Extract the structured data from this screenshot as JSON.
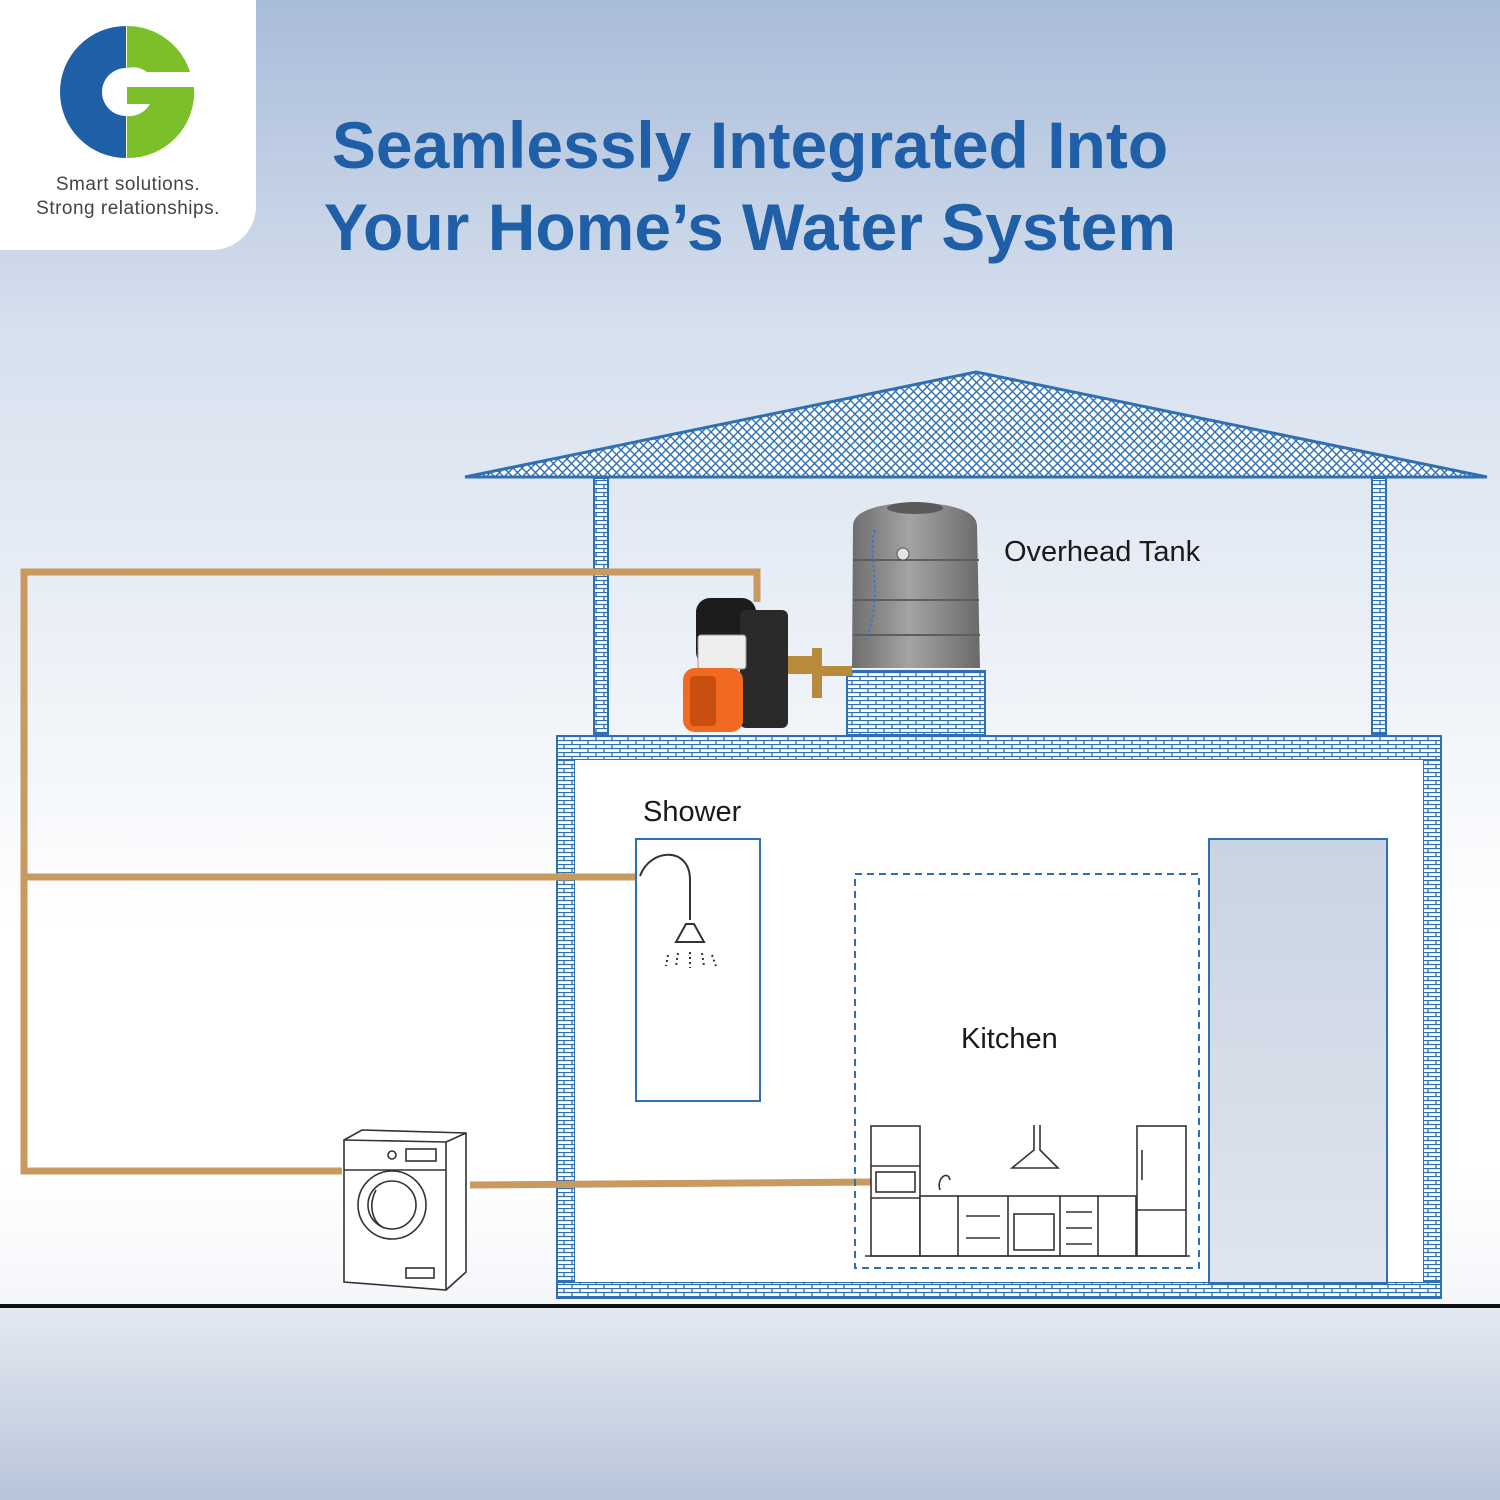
{
  "logo": {
    "brand_icon": "cg-logo",
    "tagline_line1": "Smart solutions.",
    "tagline_line2": "Strong relationships."
  },
  "headline": {
    "line1": "Seamlessly Integrated Into",
    "line2": "Your Home’s Water System"
  },
  "labels": {
    "overhead_tank": "Overhead Tank",
    "shower": "Shower",
    "kitchen": "Kitchen"
  },
  "colors": {
    "brand_blue": "#1f5fa8",
    "brand_green": "#7bbf2a",
    "pipe": "#c89a5e",
    "wall": "#2f6fb4",
    "pump_orange": "#f26a21"
  },
  "icons": [
    "pump-icon",
    "tank-icon",
    "shower-icon",
    "washing-machine-icon",
    "kitchen-icon"
  ]
}
